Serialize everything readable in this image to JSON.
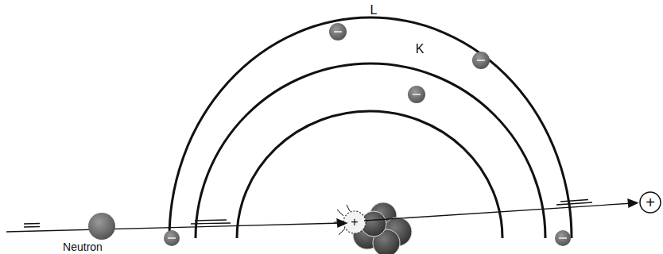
{
  "diagram": {
    "labels": [
      "L",
      "K",
      "Neutron",
      "+",
      "+"
    ]
  }
}
